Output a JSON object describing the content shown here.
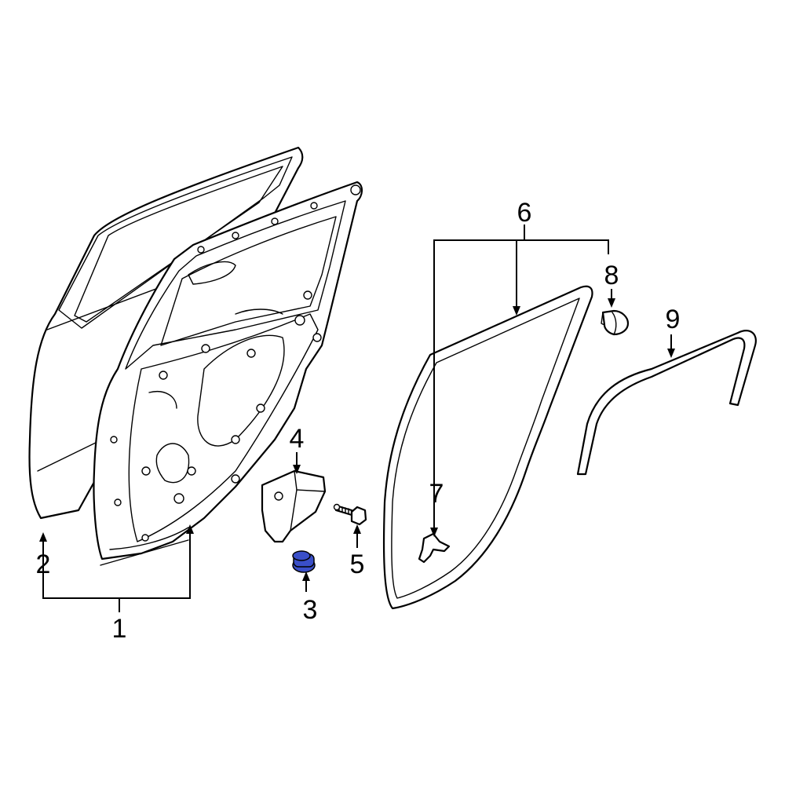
{
  "callouts": {
    "c1": "1",
    "c2": "2",
    "c3": "3",
    "c4": "4",
    "c5": "5",
    "c6": "6",
    "c7": "7",
    "c8": "8",
    "c9": "9"
  },
  "colors": {
    "line": "#000000",
    "background": "#ffffff",
    "highlight_part": "#3a4fc8"
  }
}
